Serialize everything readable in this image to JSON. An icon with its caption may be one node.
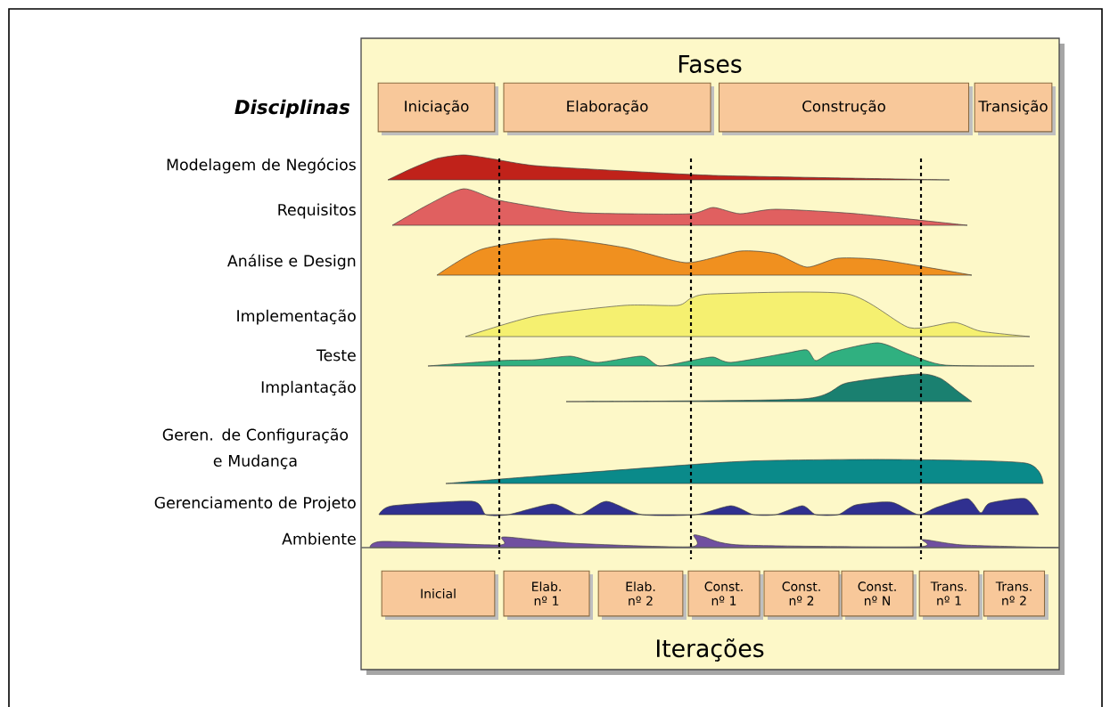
{
  "diagram": {
    "nodes": [
      {
        "text": [
          "Fases",
          "Iterações"
        ]
      },
      {
        "text": [
          "Iniciação"
        ],
        "in": 0
      },
      {
        "text": [
          "Elaboração"
        ],
        "in": 0
      },
      {
        "text": [
          "Construção"
        ],
        "in": 0
      },
      {
        "text": [
          "Transição"
        ],
        "in": 0
      },
      {
        "text": [
          "Inicial"
        ],
        "in": 0
      },
      {
        "text": [
          "Elab. nº 1"
        ],
        "in": 0
      },
      {
        "text": [
          "Elab. nº 2"
        ],
        "in": 0
      },
      {
        "text": [
          "Const. nº 1"
        ],
        "in": 0
      },
      {
        "text": [
          "Const. nº 2"
        ],
        "in": 0
      },
      {
        "text": [
          "Const. nº N"
        ],
        "in": 0
      },
      {
        "text": [
          "Trans. nº 1"
        ],
        "in": 0
      },
      {
        "text": [
          "Trans. nº 2"
        ],
        "in": 0
      }
    ],
    "labels": [
      "Disciplinas",
      "Modelagem de Negócios",
      "Requisitos",
      "Análise e Design",
      "Implementação",
      "Teste",
      "Implantação",
      "Geren. de Configuração e Mudança",
      "Gerenciamento de Projeto",
      "Ambiente"
    ]
  }
}
